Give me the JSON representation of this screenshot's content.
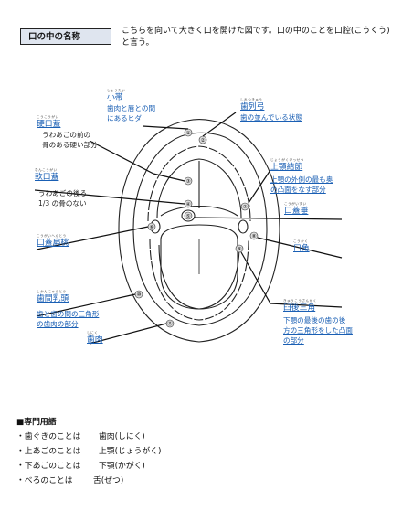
{
  "header": {
    "title": "口の中の名称",
    "intro": "こちらを向いて大きく口を開けた図です。口の中のことを口腔(こうくう)と言う。"
  },
  "labels": {
    "shotai": {
      "ruby": "しょうたい",
      "name": "小帯",
      "desc1": "歯肉と唇との間",
      "desc2": "にあるヒダ"
    },
    "koukougai": {
      "ruby": "こうこうがい",
      "name": "硬口蓋",
      "desc1": "うわあごの前の",
      "desc2": "骨のある硬い部分"
    },
    "nankougai": {
      "ruby": "なんこうがい",
      "name": "軟口蓋",
      "desc1": "うわあごの後ろ",
      "desc2": "1/3 の骨のない"
    },
    "kougaihentou": {
      "ruby": "こうがいへんとう",
      "name": "口蓋扁桃"
    },
    "shikannyuto": {
      "ruby": "しかんにゅうとう",
      "name": "歯間乳頭",
      "desc1": "歯と歯の間の三角形",
      "desc2": "の歯肉の部分"
    },
    "shiniku": {
      "ruby": "しにく",
      "name": "歯肉"
    },
    "shiretsukyu": {
      "ruby": "しれつきゅう",
      "name": "歯列弓",
      "desc1": "歯の並んでいる状態"
    },
    "jogakukessetsu": {
      "ruby": "じょうがくけっせつ",
      "name": "上顎結節",
      "desc1": "上顎の外側の最も奥",
      "desc2": "の凸面をなす部分"
    },
    "kougaisui": {
      "ruby": "こうがいすい",
      "name": "口蓋垂"
    },
    "koukaku": {
      "ruby": "こうかく",
      "name": "口角"
    },
    "kyukousankaku": {
      "ruby": "きゅうこうさんかく",
      "name": "臼後三角",
      "desc1": "下顎の最後の歯の後",
      "desc2": "方の三角形をした凸面",
      "desc3": "の部分"
    }
  },
  "terms": {
    "heading": "■専門用語",
    "rows": [
      {
        "left": "・歯ぐきのことは",
        "right": "歯肉(しにく)"
      },
      {
        "left": "・上あごのことは",
        "right": "上顎(じょうがく)"
      },
      {
        "left": "・下あごのことは",
        "right": "下顎(かがく)"
      },
      {
        "left": "・べろのことは",
        "right": "舌(ぜつ)"
      }
    ]
  },
  "markers": [
    "①",
    "②",
    "③",
    "④",
    "⑤",
    "⑥",
    "⑦",
    "⑧",
    "⑨",
    "⑩",
    "⑪"
  ]
}
